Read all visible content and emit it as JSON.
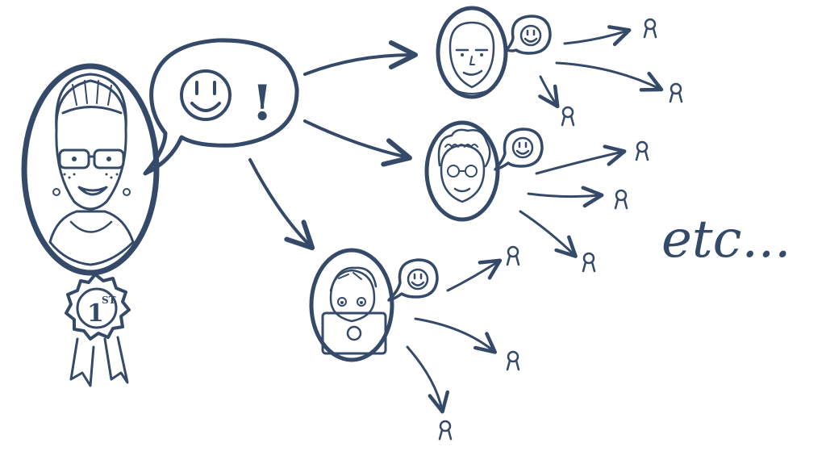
{
  "colors": {
    "ink": "#344a68",
    "hatch": "#8c98aa",
    "background": "#ffffff"
  },
  "diagram": {
    "origin": {
      "name": "first-sharer",
      "ribbon_label": "1",
      "ribbon_superscript": "ST",
      "speech": {
        "icon": "smiley-icon",
        "mark": "!"
      }
    },
    "sharers": [
      {
        "name": "bald-man",
        "speech_icon": "smiley-icon",
        "recipients": 3
      },
      {
        "name": "curly-haired-woman",
        "speech_icon": "smiley-icon",
        "recipients": 3
      },
      {
        "name": "person-with-laptop",
        "speech_icon": "smiley-icon",
        "recipients": 3
      }
    ],
    "recipient_icon": "award-ribbon-icon",
    "trailing_text": "etc..."
  }
}
